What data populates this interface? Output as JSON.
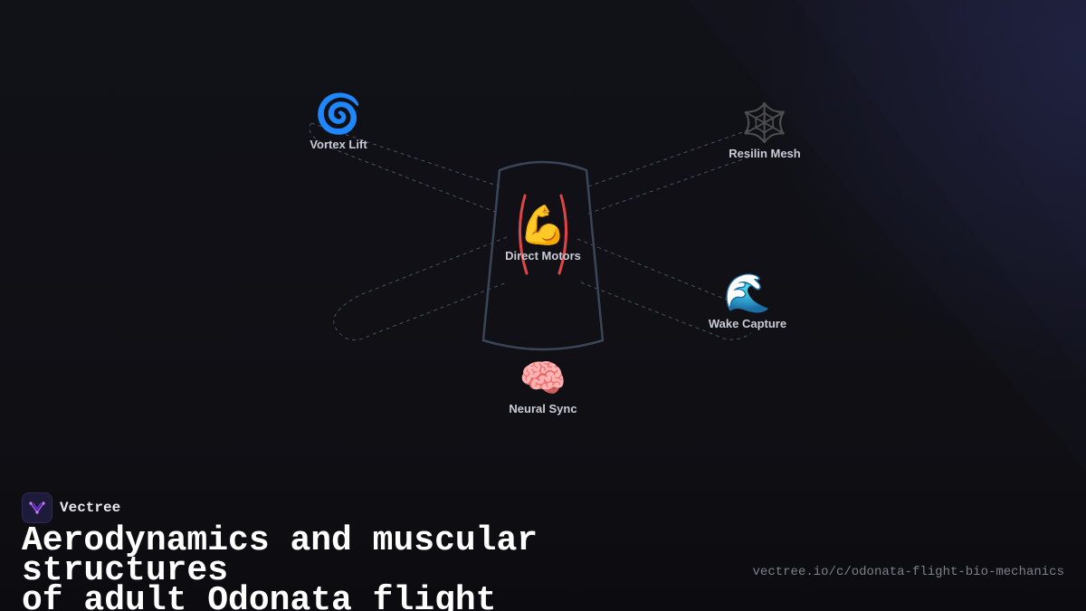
{
  "brand": {
    "name": "Vectree"
  },
  "title": {
    "line1": "Aerodynamics and muscular structures",
    "line2": "of adult Odonata flight"
  },
  "url": "vectree.io/c/odonata-flight-bio-mechanics",
  "nodes": [
    {
      "label": "Vortex Lift",
      "icon": "🌀"
    },
    {
      "label": "Resilin Mesh",
      "icon": "🕸️"
    },
    {
      "label": "Direct Motors",
      "icon": "💪"
    },
    {
      "label": "Wake Capture",
      "icon": "🌊"
    },
    {
      "label": "Neural Sync",
      "icon": "🧠"
    }
  ],
  "colors": {
    "background": "#101016",
    "accent": "#e04545",
    "outline": "#3a4658",
    "dash": "#4a5262",
    "label": "#c9ccd6",
    "url": "#7d7f8a"
  }
}
